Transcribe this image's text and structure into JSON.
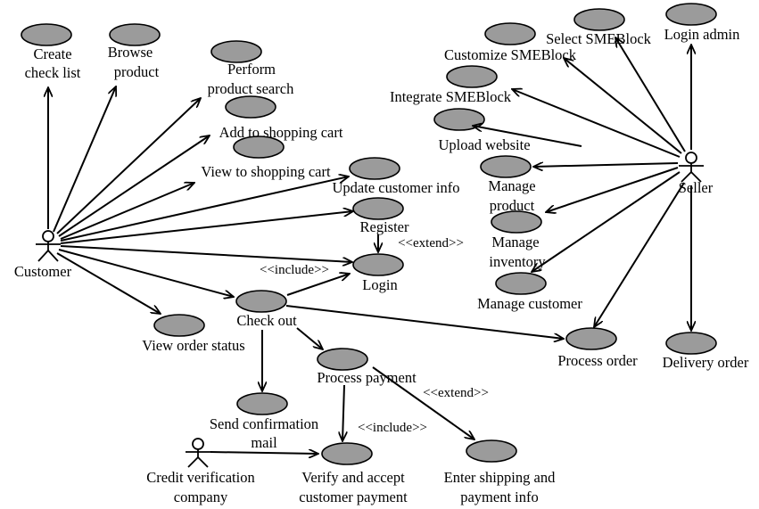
{
  "actors": {
    "customer": "Customer",
    "seller": "Seller",
    "credit_1": "Credit verification",
    "credit_2": "company"
  },
  "use_cases": {
    "create_1": "Create",
    "create_2": "check list",
    "browse_1": "Browse",
    "browse_2": "product",
    "search_1": "Perform",
    "search_2": "product search",
    "add_cart": "Add to shopping cart",
    "view_cart": "View to shopping cart",
    "update_info": "Update customer info",
    "register": "Register",
    "login": "Login",
    "checkout": "Check out",
    "view_order": "View order status",
    "process_payment": "Process payment",
    "send_mail_1": "Send confirmation",
    "send_mail_2": "mail",
    "verify_1": "Verify and accept",
    "verify_2": "customer payment",
    "enter_ship_1": "Enter shipping and",
    "enter_ship_2": "payment info",
    "select_sme": "Select SMEBlock",
    "login_admin": "Login admin",
    "customize_sme": "Customize SMEBlock",
    "integrate_sme": "Integrate SMEBlock",
    "upload_web": "Upload website",
    "manage_prod_1": "Manage",
    "manage_prod_2": "product",
    "manage_inv_1": "Manage",
    "manage_inv_2": "inventory",
    "manage_cust": "Manage customer",
    "process_order": "Process order",
    "delivery_order": "Delivery order"
  },
  "stereotypes": {
    "extend_register": "<<extend>>",
    "include_login": "<<include>>",
    "extend_payment": "<<extend>>",
    "include_verify": "<<include>>"
  }
}
